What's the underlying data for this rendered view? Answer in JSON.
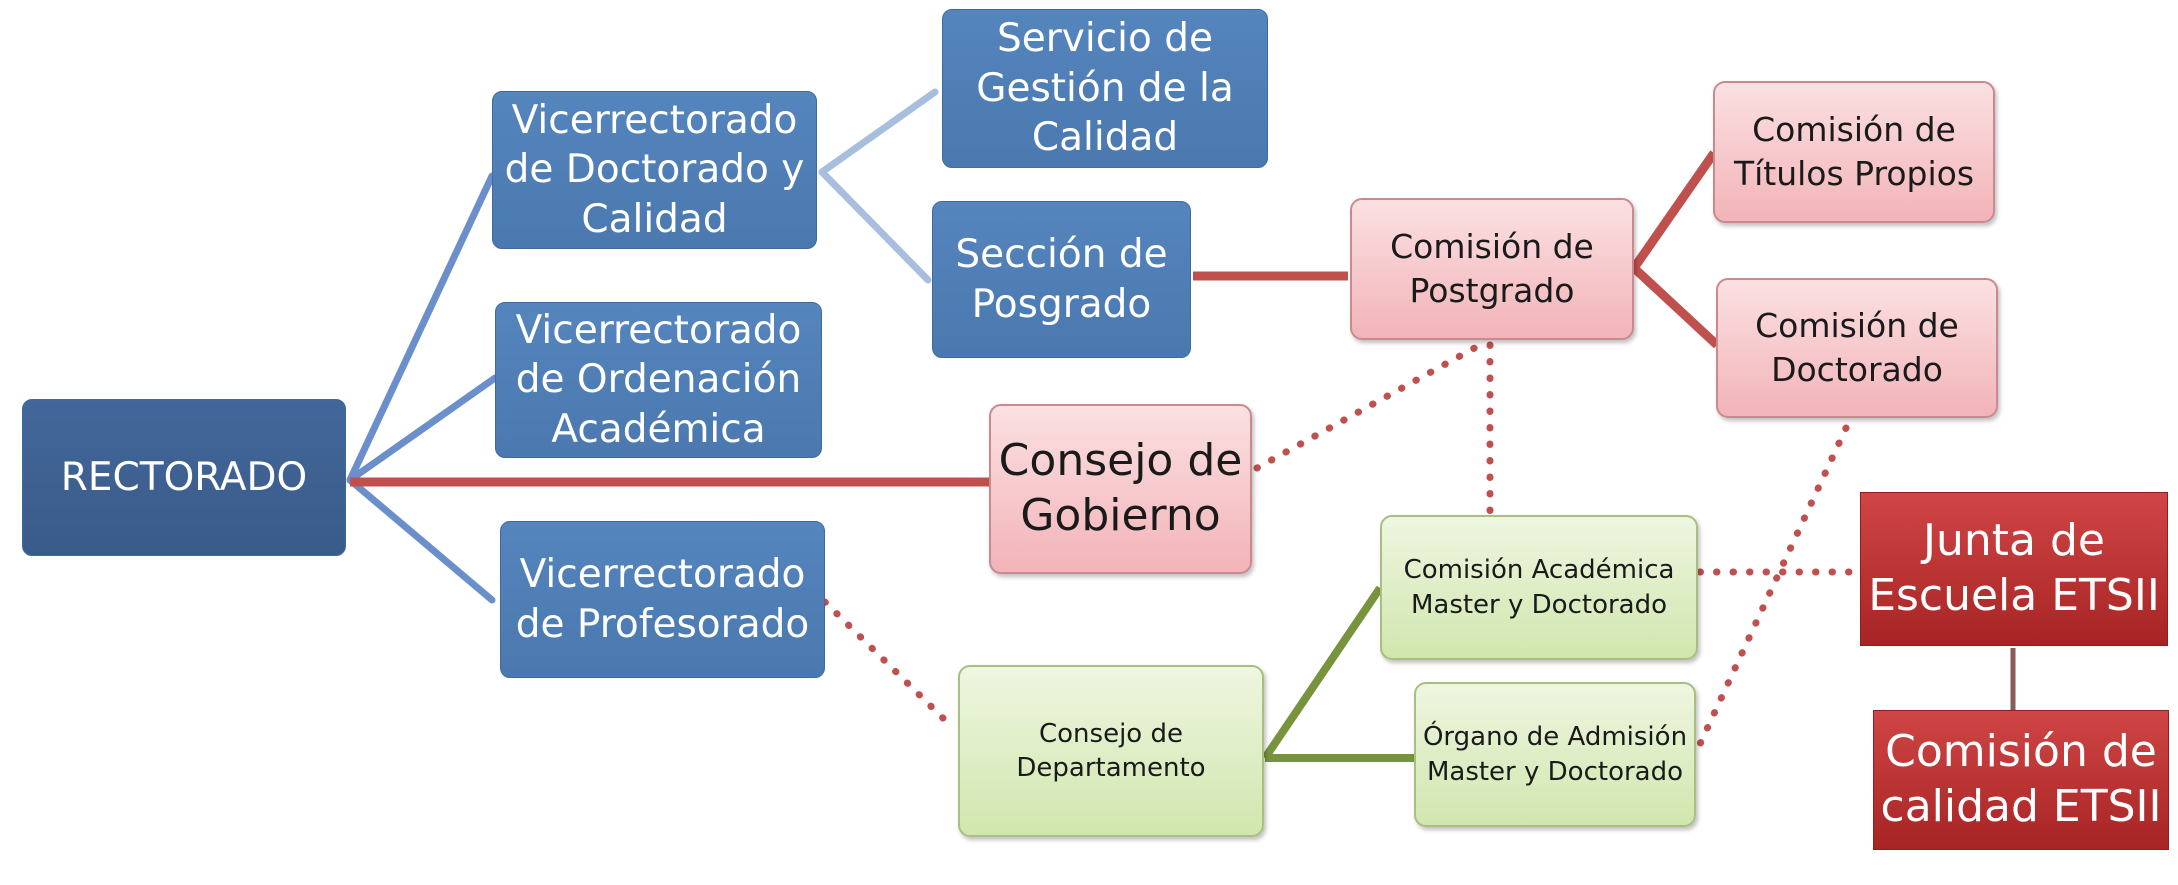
{
  "diagram": {
    "colors": {
      "blue_line": "#6b8fca",
      "light_blue_line": "#a7bede",
      "red_line": "#c0504d",
      "green_line": "#77933c",
      "dotted_line": "#c0504d"
    },
    "nodes": {
      "rectorado": "RECTORADO",
      "vic_doctorado_calidad": "Vicerrectorado\nde Doctorado y\nCalidad",
      "vic_ordenacion": "Vicerrectorado\nde Ordenación\nAcadémica",
      "vic_profesorado": "Vicerrectorado\nde Profesorado",
      "servicio_calidad": "Servicio de\nGestión de la\nCalidad",
      "seccion_posgrado": "Sección de\nPosgrado",
      "consejo_gobierno": "Consejo de\nGobierno",
      "comision_postgrado": "Comisión de\nPostgrado",
      "comision_titulos": "Comisión de\nTítulos Propios",
      "comision_doctorado": "Comisión de\nDoctorado",
      "comision_academica": "Comisión Académica\nMaster y Doctorado",
      "organo_admision": "Órgano de Admisión\nMaster y Doctorado",
      "consejo_departamento": "Consejo de\nDepartamento",
      "junta_escuela": "Junta de\nEscuela ETSII",
      "comision_calidad": "Comisión de\ncalidad ETSII"
    }
  }
}
